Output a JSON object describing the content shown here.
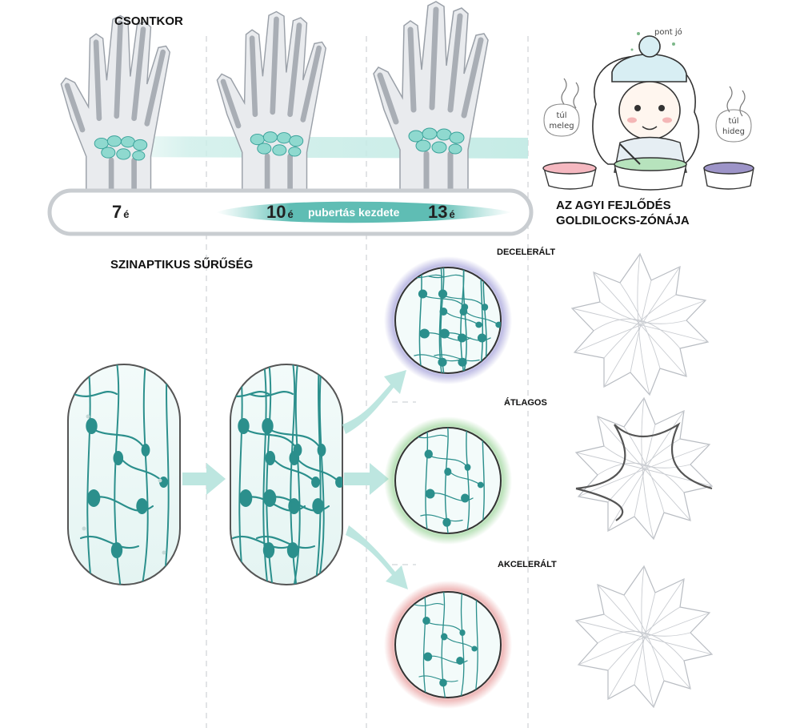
{
  "labels": {
    "bone_age": "CSONTKOR",
    "synaptic_density": "SZINAPTIKUS SŰRŰSÉG",
    "goldilocks_line1": "AZ AGYI FEJLŐDÉS",
    "goldilocks_line2": "GOLDILOCKS-ZÓNÁJA",
    "decelerated": "DECELERÁLT",
    "average": "ÁTLAGOS",
    "accelerated": "AKCELERÁLT"
  },
  "timeline": {
    "ages": [
      {
        "value": "7",
        "unit": "é"
      },
      {
        "value": "10",
        "unit": "é"
      },
      {
        "value": "13",
        "unit": "é"
      }
    ],
    "puberty_label": "pubertás kezdete"
  },
  "goldilocks": {
    "just_right": "pont jó",
    "too_warm_1": "túl",
    "too_warm_2": "meleg",
    "too_cold_1": "túl",
    "too_cold_2": "hideg"
  },
  "colors": {
    "teal": "#2b8f8c",
    "teal_light": "#a7ddd8",
    "decel_glow": "#8a86cf",
    "avg_glow": "#8cce8a",
    "accel_glow": "#e48a8a"
  }
}
